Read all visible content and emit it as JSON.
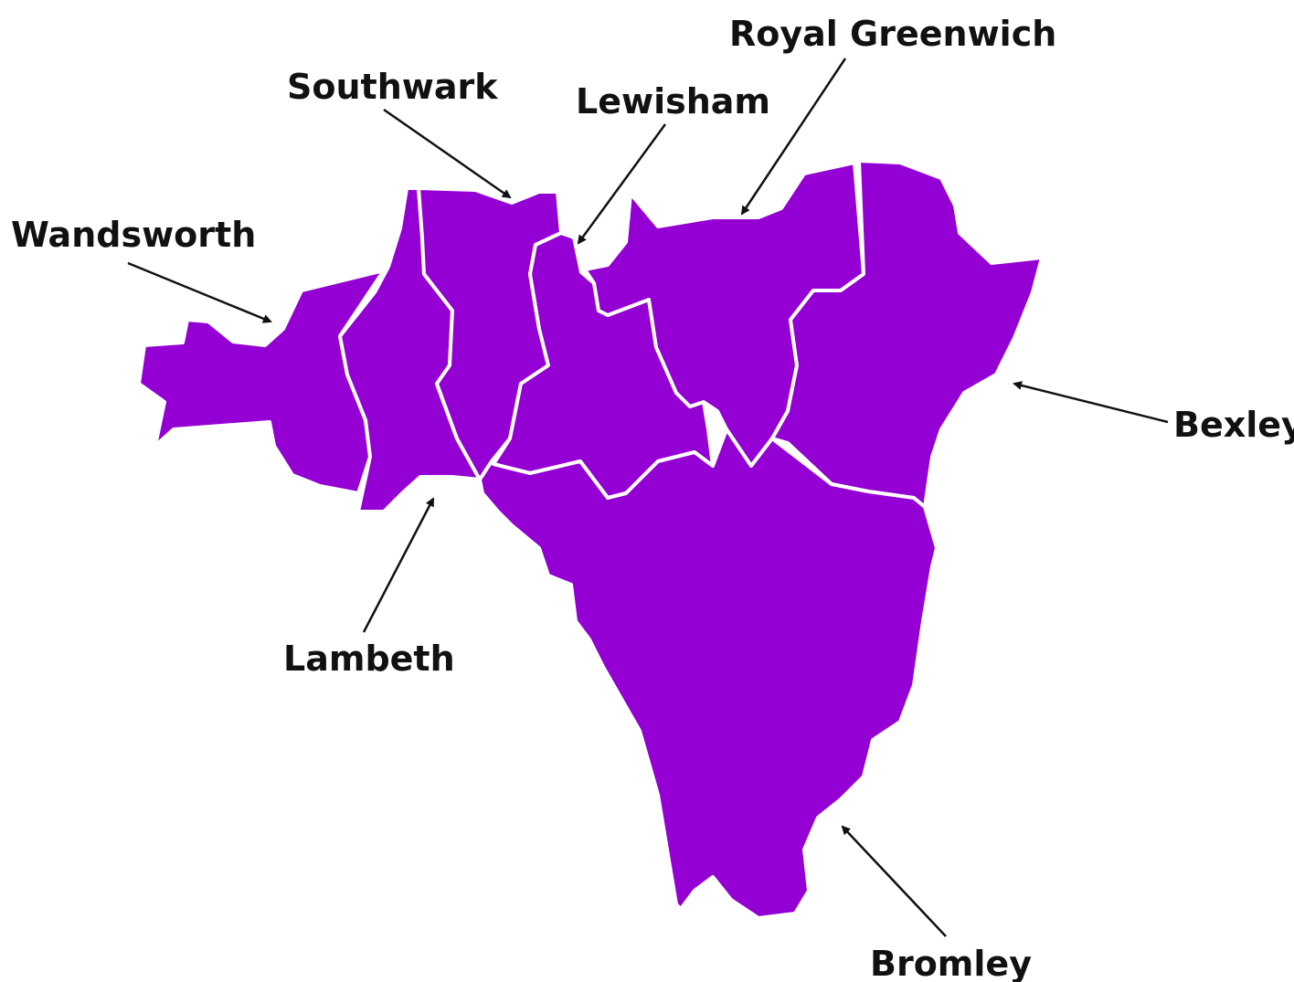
{
  "map": {
    "fill_color": "#9400d3",
    "border_color": "#ffffff",
    "label_color": "#111111",
    "boroughs": [
      {
        "id": "wandsworth",
        "label": "Wandsworth"
      },
      {
        "id": "lambeth",
        "label": "Lambeth"
      },
      {
        "id": "southwark",
        "label": "Southwark"
      },
      {
        "id": "lewisham",
        "label": "Lewisham"
      },
      {
        "id": "royal-greenwich",
        "label": "Royal Greenwich"
      },
      {
        "id": "bexley",
        "label": "Bexley"
      },
      {
        "id": "bromley",
        "label": "Bromley"
      }
    ]
  }
}
